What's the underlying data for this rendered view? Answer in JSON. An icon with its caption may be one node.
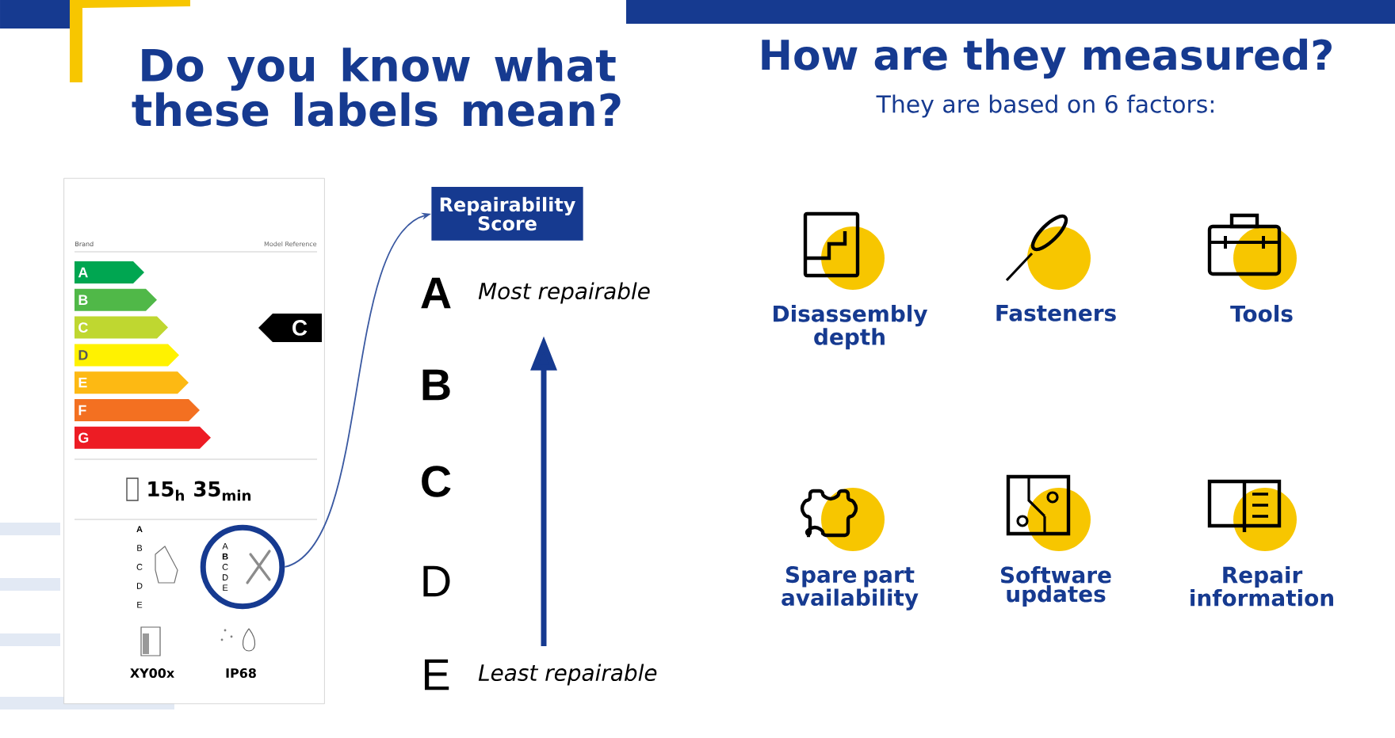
{
  "diagram": {
    "title": "Do you know what these labels mean?",
    "nodes": [
      {
        "text": [],
        "shape": "box"
      },
      {
        "text": [
          "A **B** C D E"
        ],
        "in": 0
      },
      {
        "text": [
          "Repairability Score"
        ]
      }
    ],
    "edges": [
      {
        "from": 1,
        "to": 2,
        "arrow": "to"
      }
    ],
    "labels": [
      "How are they measured?",
      "They are based on 6 factors:",
      "Brand",
      "Model Reference",
      "A",
      "B",
      "C",
      "D",
      "E",
      "F",
      "G",
      "C",
      "15$_{h}$ 35$_{min}$",
      "**A** B C D E",
      "XY00x",
      "IP68",
      "A",
      "B",
      "C",
      "D",
      "E",
      "Most repairable",
      "Least repairable",
      "Disassembly depth",
      "Fasteners",
      "Tools",
      "Spare part availability",
      "Software updates",
      "Repair information"
    ]
  }
}
